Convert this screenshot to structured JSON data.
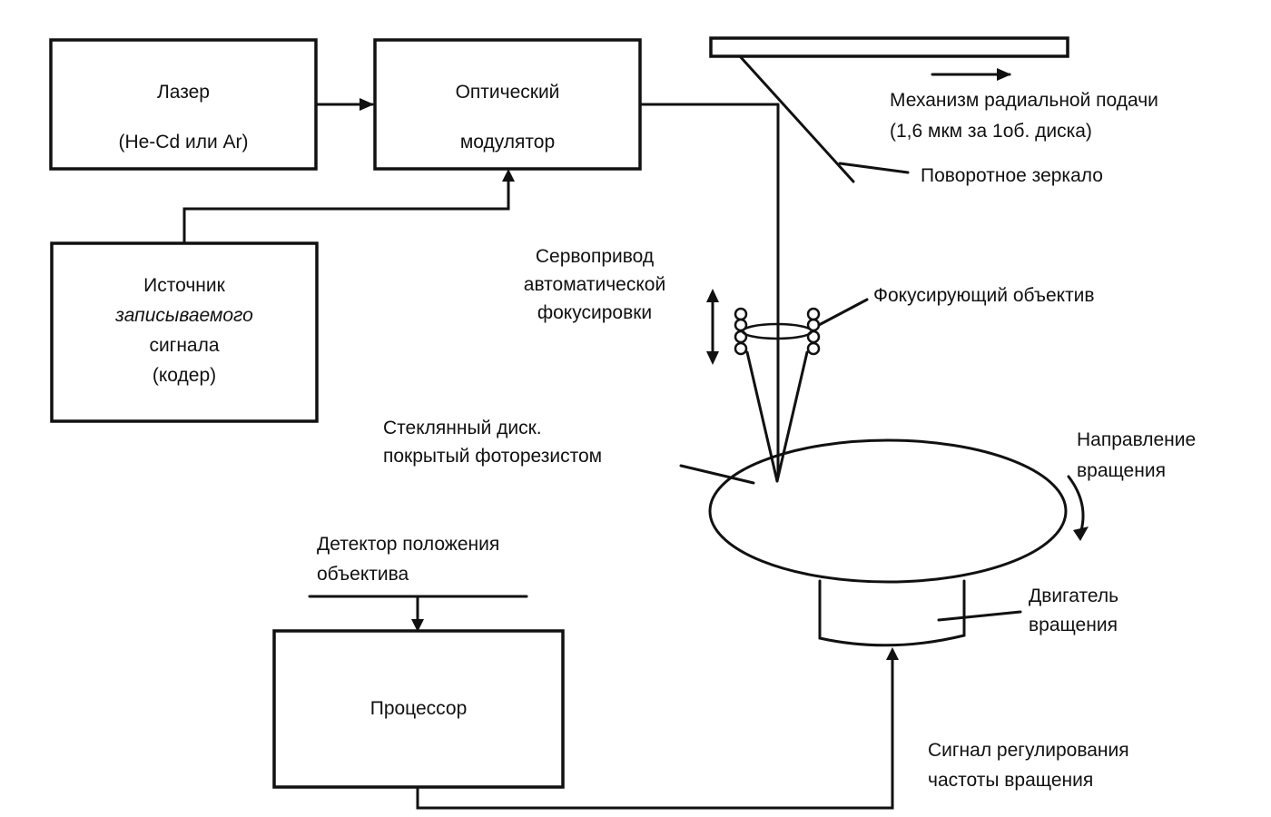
{
  "diagram": {
    "type": "block-diagram",
    "title": "",
    "blocks": {
      "laser": {
        "line1": "Лазер",
        "line2": "(He-Cd или Ar)"
      },
      "modulator": {
        "line1": "Оптический",
        "line2": "модулятор"
      },
      "source": {
        "line1": "Источник",
        "line2": "записываемого",
        "line3": "сигнала",
        "line4": "(кодер)"
      },
      "processor": {
        "line1": "Процессор"
      }
    },
    "labels": {
      "feed_mechanism": {
        "line1": "Механизм радиальной подачи",
        "line2": "(1,6 мкм за 1об. диска)"
      },
      "rotary_mirror": "Поворотное зеркало",
      "autofocus_servo": {
        "line1": "Сервопривод",
        "line2": "автоматической",
        "line3": "фокусировки"
      },
      "focusing_lens": "Фокусирующий объектив",
      "glass_disc": {
        "line1": "Стеклянный диск.",
        "line2": "покрытый фоторезистом"
      },
      "rotation_direction": {
        "line1": "Направление",
        "line2": "вращения"
      },
      "rotation_motor": {
        "line1": "Двигатель",
        "line2": "вращения"
      },
      "lens_position_detector": {
        "line1": "Детектор положения",
        "line2": "объектива"
      },
      "speed_control_signal": {
        "line1": "Сигнал регулирования",
        "line2": "частоты вращения"
      }
    },
    "connections": [
      {
        "from": "laser",
        "to": "modulator"
      },
      {
        "from": "source",
        "to": "modulator"
      },
      {
        "from": "modulator",
        "to": "rotary_mirror"
      },
      {
        "from": "rotary_mirror",
        "to": "focusing_lens"
      },
      {
        "from": "focusing_lens",
        "to": "glass_disc"
      },
      {
        "from": "lens_position_detector",
        "to": "processor"
      },
      {
        "from": "processor",
        "to": "rotation_motor"
      }
    ]
  }
}
